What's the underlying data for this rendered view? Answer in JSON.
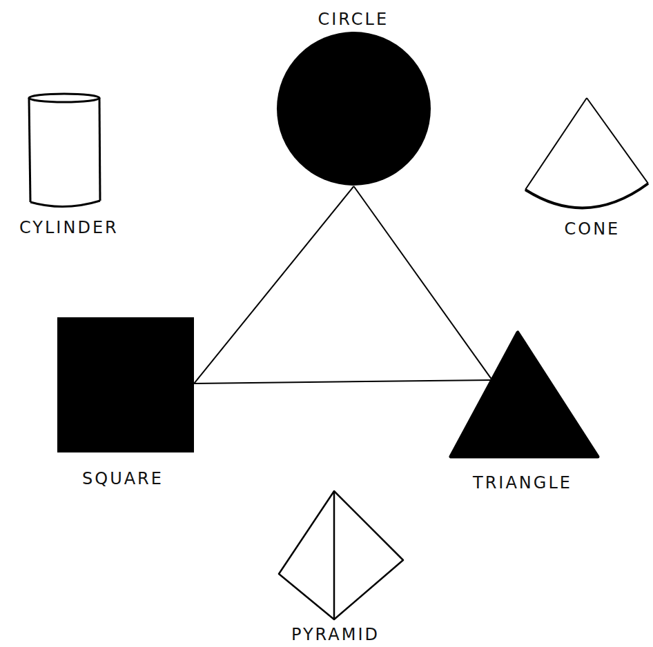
{
  "diagram": {
    "nodes": [
      {
        "text": [
          "CIRCLE"
        ]
      },
      {
        "text": [
          "CYLINDER"
        ]
      },
      {
        "text": [
          "CONE"
        ]
      },
      {
        "text": [
          "SQUARE"
        ]
      },
      {
        "text": [
          "TRIANGLE"
        ]
      },
      {
        "text": [
          "PYRAMID"
        ]
      }
    ],
    "edges": [
      {
        "from": 0,
        "to": 3,
        "arrow": "none"
      },
      {
        "from": 0,
        "to": 4,
        "arrow": "none"
      },
      {
        "from": 3,
        "to": 4,
        "arrow": "none"
      }
    ]
  }
}
